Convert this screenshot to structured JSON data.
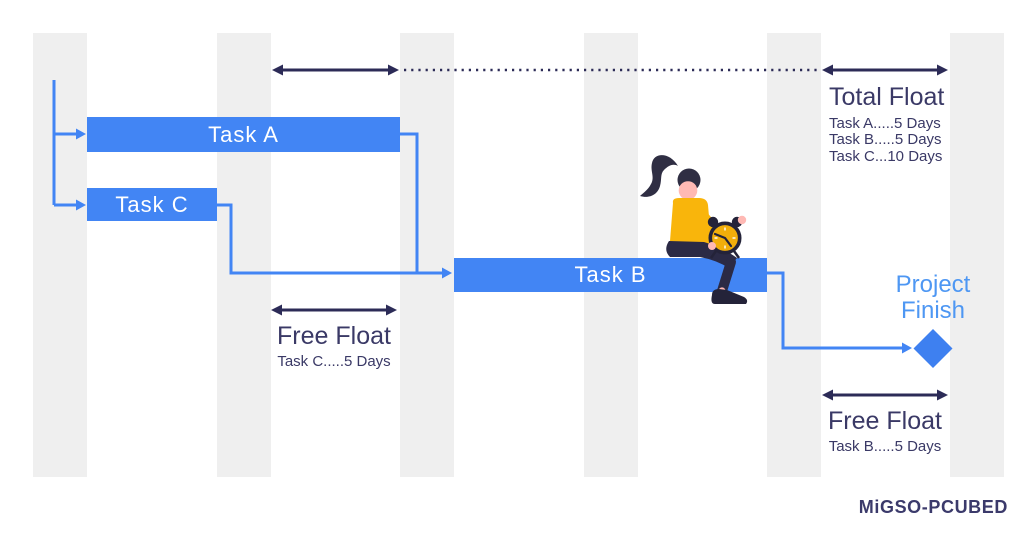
{
  "diagram": {
    "tasks": {
      "a": {
        "label": "Task A"
      },
      "b": {
        "label": "Task B"
      },
      "c": {
        "label": "Task C"
      }
    },
    "total_float": {
      "title": "Total Float",
      "items": [
        "Task A.....5 Days",
        "Task B.....5 Days",
        "Task C...10 Days"
      ]
    },
    "free_float_task_c": {
      "title": "Free Float",
      "item": "Task C.....5 Days"
    },
    "free_float_task_b": {
      "title": "Free Float",
      "item": "Task B.....5 Days"
    },
    "milestone": {
      "line1": "Project",
      "line2": "Finish"
    },
    "logo": "MiGSO-PCUBED",
    "illustration": "person-sitting-on-task-b-bar-holding-alarm-clock"
  },
  "colors": {
    "task_bar_blue": "#4285f4",
    "connector_blue": "#4285f4",
    "float_arrow_navy": "#2c2b57",
    "heading_navy": "#3a3966",
    "project_finish_blue": "#4e97f3",
    "milestone_diamond_blue": "#3e80f0",
    "timeline_stripe_gray": "#efefef",
    "logo_navy": "#3b3a6b",
    "illustration_shirt_yellow": "#f9b50b",
    "illustration_clock_yellow": "#f2ae0a",
    "illustration_hair_navy": "#2f2e43",
    "illustration_skin_pink": "#ffb9b4"
  }
}
